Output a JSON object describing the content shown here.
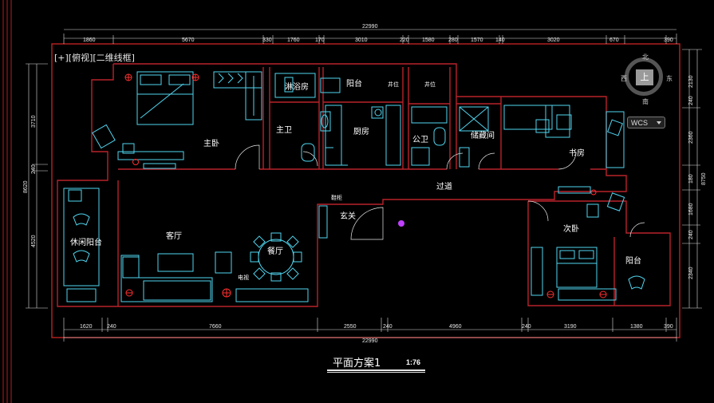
{
  "viewport": {
    "label": "[+][俯视][二维线框]"
  },
  "viewcube": {
    "face": "上",
    "north": "北",
    "south": "南",
    "east": "东",
    "west": "西"
  },
  "wcs": {
    "label": "WCS"
  },
  "drawing": {
    "title": "平面方案1",
    "scale": "1:76",
    "top_total": "22990",
    "bottom_total": "22990",
    "top_dims": [
      "1860",
      "5670",
      "330",
      "1760",
      "170",
      "3010",
      "220",
      "1580",
      "280",
      "1570",
      "140",
      "3020",
      "670",
      "390"
    ],
    "bottom_dims": [
      "1620",
      "240",
      "7660",
      "2550",
      "240",
      "4960",
      "240",
      "3190",
      "1380",
      "390"
    ],
    "left_dims": [
      "3710",
      "240",
      "4520",
      "8620"
    ],
    "right_dims": [
      "2130",
      "240",
      "2360",
      "180",
      "1680",
      "240",
      "2340",
      "8750"
    ],
    "rooms": {
      "master_bedroom": "主卧",
      "master_bath": "主卫",
      "shower": "淋浴房",
      "balcony_top": "阳台",
      "kitchen": "厨房",
      "public_bath": "公卫",
      "storage": "储藏间",
      "study": "书房",
      "corridor": "过道",
      "entrance": "玄关",
      "living": "客厅",
      "dining": "餐厅",
      "leisure_balcony": "休闲阳台",
      "second_bedroom": "次卧",
      "balcony_right": "阳台"
    },
    "labels": {
      "well_a": "井位",
      "well_b": "井位",
      "shoe": "鞋柜",
      "tv": "电视"
    }
  }
}
